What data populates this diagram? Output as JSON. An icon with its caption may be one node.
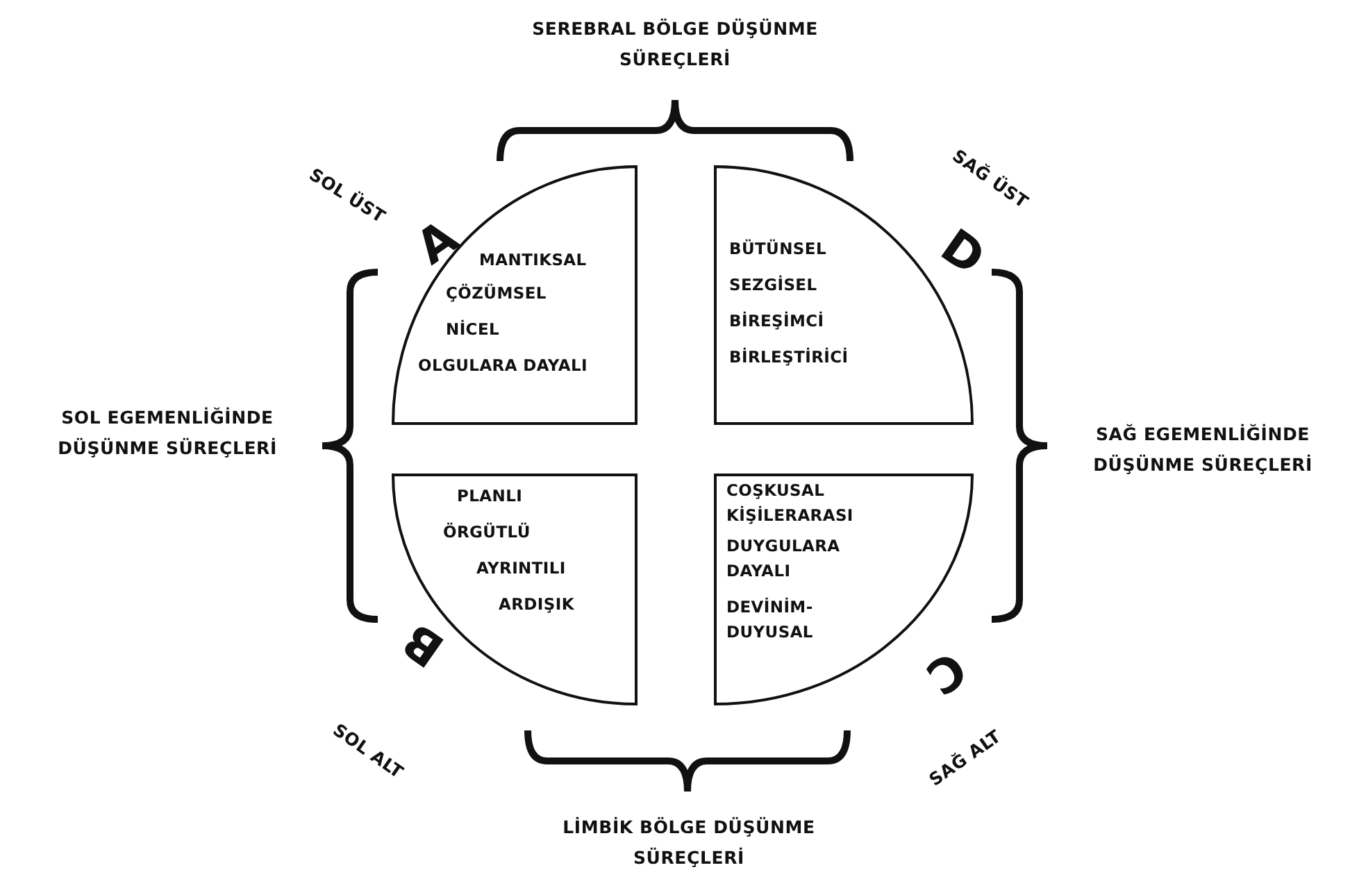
{
  "diagram": {
    "nodes": [
      {
        "text": [
          "MANTIKSAL",
          "ÇÖZÜMSEL",
          "NİCEL",
          "OLGULARA DAYALI"
        ],
        "beside": [
          "A"
        ]
      },
      {
        "text": [
          "BÜTÜNSEL",
          "SEZGİSEL",
          "BİREŞİMCİ",
          "BİRLEŞTİRİCİ"
        ],
        "beside": [
          "D"
        ]
      },
      {
        "text": [
          "PLANLI",
          "ÖRGÜTLÜ",
          "AYRINTILI",
          "ARDIŞIK"
        ],
        "beside": [
          "B"
        ]
      },
      {
        "text": [
          "COŞKUSAL",
          "KİŞİLERARASI",
          "DUYGULARA DAYALI",
          "DEVİNİM-DUYUSAL"
        ],
        "beside": [
          "C"
        ]
      }
    ],
    "edges": [],
    "labels": [
      "SEREBRAL BÖLGE DÜŞÜNME SÜREÇLERİ",
      "SOL ÜST",
      "SAĞ ÜST",
      "SOL EGEMENLİĞİNDE DÜŞÜNME SÜREÇLERİ",
      "SAĞ EGEMENLİĞİNDE DÜŞÜNME SÜREÇLERİ",
      "SOL ALT",
      "SAĞ ALT",
      "LİMBİK BÖLGE DÜŞÜNME SÜREÇLERİ"
    ]
  }
}
